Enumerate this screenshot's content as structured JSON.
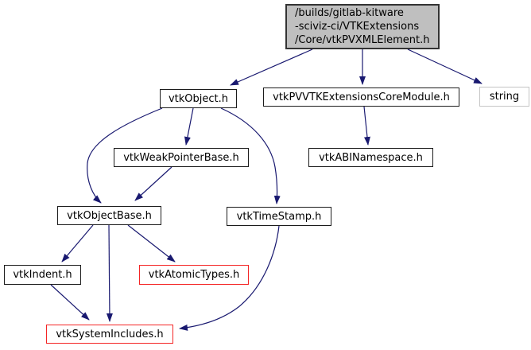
{
  "graph": {
    "type": "doxygen-include-dependency-graph",
    "colors": {
      "edge": "#191970",
      "node_border": "#1c1c1c",
      "root_fill": "#bfbfbf",
      "external_border": "#c5c5c5",
      "truncated_border": "#f42525",
      "background": "#ffffff",
      "text": "#000000"
    },
    "nodes": {
      "root": {
        "label": "/builds/gitlab-kitware\n-sciviz-ci/VTKExtensions\n/Core/vtkPVXMLElement.h"
      },
      "vtkObject": {
        "label": "vtkObject.h"
      },
      "coreModule": {
        "label": "vtkPVVTKExtensionsCoreModule.h"
      },
      "stringNode": {
        "label": "string"
      },
      "weakPointerBase": {
        "label": "vtkWeakPointerBase.h"
      },
      "abiNamespace": {
        "label": "vtkABINamespace.h"
      },
      "objectBase": {
        "label": "vtkObjectBase.h"
      },
      "timeStamp": {
        "label": "vtkTimeStamp.h"
      },
      "indent": {
        "label": "vtkIndent.h"
      },
      "atomicTypes": {
        "label": "vtkAtomicTypes.h"
      },
      "systemIncludes": {
        "label": "vtkSystemIncludes.h"
      }
    },
    "edges": [
      {
        "from": "/builds/gitlab-kitware-sciviz-ci/VTKExtensions/Core/vtkPVXMLElement.h",
        "to": "vtkObject.h"
      },
      {
        "from": "/builds/gitlab-kitware-sciviz-ci/VTKExtensions/Core/vtkPVXMLElement.h",
        "to": "vtkPVVTKExtensionsCoreModule.h"
      },
      {
        "from": "/builds/gitlab-kitware-sciviz-ci/VTKExtensions/Core/vtkPVXMLElement.h",
        "to": "string"
      },
      {
        "from": "vtkObject.h",
        "to": "vtkWeakPointerBase.h"
      },
      {
        "from": "vtkObject.h",
        "to": "vtkObjectBase.h"
      },
      {
        "from": "vtkObject.h",
        "to": "vtkTimeStamp.h"
      },
      {
        "from": "vtkPVVTKExtensionsCoreModule.h",
        "to": "vtkABINamespace.h"
      },
      {
        "from": "vtkWeakPointerBase.h",
        "to": "vtkObjectBase.h"
      },
      {
        "from": "vtkObjectBase.h",
        "to": "vtkIndent.h"
      },
      {
        "from": "vtkObjectBase.h",
        "to": "vtkAtomicTypes.h"
      },
      {
        "from": "vtkObjectBase.h",
        "to": "vtkSystemIncludes.h"
      },
      {
        "from": "vtkIndent.h",
        "to": "vtkSystemIncludes.h"
      },
      {
        "from": "vtkTimeStamp.h",
        "to": "vtkSystemIncludes.h"
      }
    ]
  }
}
